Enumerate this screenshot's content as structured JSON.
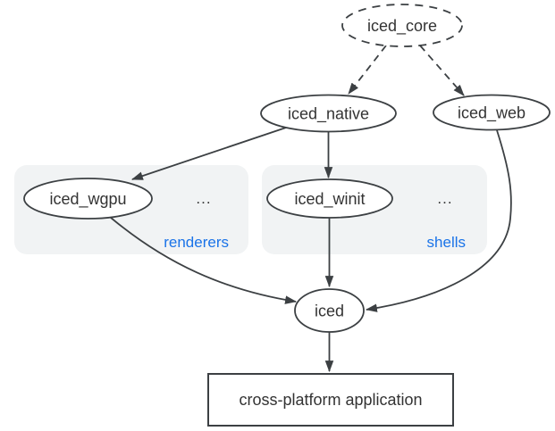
{
  "nodes": {
    "iced_core": {
      "label": "iced_core",
      "shape": "ellipse",
      "border": "dashed"
    },
    "iced_native": {
      "label": "iced_native",
      "shape": "ellipse",
      "border": "solid"
    },
    "iced_web": {
      "label": "iced_web",
      "shape": "ellipse",
      "border": "solid"
    },
    "iced_wgpu": {
      "label": "iced_wgpu",
      "shape": "ellipse",
      "border": "solid"
    },
    "iced_winit": {
      "label": "iced_winit",
      "shape": "ellipse",
      "border": "solid"
    },
    "iced": {
      "label": "iced",
      "shape": "ellipse",
      "border": "solid"
    },
    "app": {
      "label": "cross-platform application",
      "shape": "rect",
      "border": "solid"
    }
  },
  "groups": {
    "renderers": {
      "label": "renderers",
      "ellipsis": "...",
      "members": [
        "iced_wgpu"
      ]
    },
    "shells": {
      "label": "shells",
      "ellipsis": "...",
      "members": [
        "iced_winit"
      ]
    }
  },
  "edges": [
    {
      "from": "iced_core",
      "to": "iced_native",
      "style": "dashed"
    },
    {
      "from": "iced_core",
      "to": "iced_web",
      "style": "dashed"
    },
    {
      "from": "iced_native",
      "to": "iced_wgpu",
      "style": "solid"
    },
    {
      "from": "iced_native",
      "to": "iced_winit",
      "style": "solid"
    },
    {
      "from": "iced_wgpu",
      "to": "iced",
      "style": "solid"
    },
    {
      "from": "iced_winit",
      "to": "iced",
      "style": "solid"
    },
    {
      "from": "iced_web",
      "to": "iced",
      "style": "solid"
    },
    {
      "from": "iced",
      "to": "app",
      "style": "solid"
    }
  ],
  "colors": {
    "accent_blue": "#1a73e8",
    "stroke": "#3c4043",
    "text": "#333333",
    "group_bg": "#f1f3f4",
    "background": "#ffffff"
  }
}
